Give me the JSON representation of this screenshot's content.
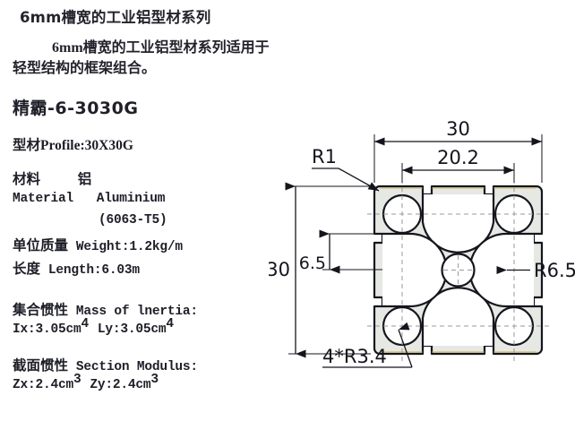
{
  "document": {
    "title": "6mm槽宽的工业铝型材系列",
    "intro_line1": "6mm槽宽的工业铝型材系列适用于",
    "intro_line2": "轻型结构的框架组合。",
    "model_number": "精霸-6-3030G"
  },
  "specs": {
    "profile_label": "型材Profile:30X30G",
    "material_cn": "材料",
    "material_value_cn": "铝",
    "material_en": "Material",
    "material_value_en": "Aluminium",
    "material_alloy": "(6063-T5)",
    "weight_cn": "单位质量",
    "weight_value": "Weight:1.2kg/m",
    "length_cn": "长度",
    "length_value": "Length:6.03m",
    "inertia_cn": "集合惯性",
    "inertia_en": "Mass of lnertia:",
    "inertia_ix_pre": "Ix:3.05cm",
    "inertia_ix_sup": "4",
    "inertia_ly_pre": "Ly:3.05cm",
    "inertia_ly_sup": "4",
    "modulus_cn": "截面惯性",
    "modulus_en": "Section Modulus:",
    "modulus_zx_pre": "Zx:2.4cm",
    "modulus_zx_sup": "3",
    "modulus_zy_pre": "Zy:2.4cm",
    "modulus_zy_sup": "3"
  },
  "drawing": {
    "dim_width_overall": "30",
    "dim_width_inner": "20.2",
    "dim_height_overall": "30",
    "dim_slot_height": "6.5",
    "label_corner_radius": "R1",
    "label_inner_radius": "R6.5",
    "label_bore_radius": "4*R3.4",
    "colors": {
      "outline": "#15151d",
      "fill": "#e6e8e4",
      "highlight": "#c8a23a",
      "centerline": "#8a8a8a"
    }
  }
}
